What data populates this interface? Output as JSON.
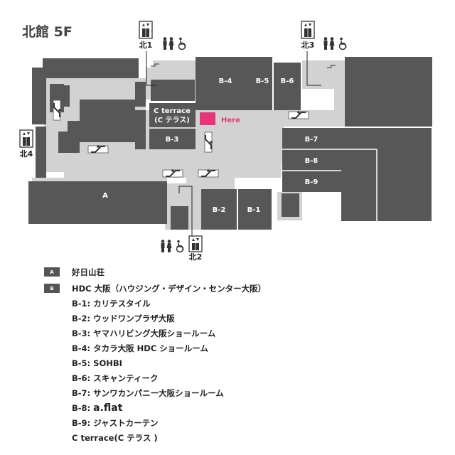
{
  "title": "北館 5F",
  "here_label": "Here",
  "colors": {
    "block": "#575757",
    "corridor": "#d2d2d2",
    "here": "#e8357a",
    "background": "#ffffff"
  },
  "zones": {
    "A": "A",
    "B1": "B-1",
    "B2": "B-2",
    "B3": "B-3",
    "B4": "B-4",
    "B5": "B-5",
    "B6": "B-6",
    "B7": "B-7",
    "B8": "B-8",
    "B9": "B-9",
    "cterrace_line1": "C terrace",
    "cterrace_line2": "(C テラス)"
  },
  "elevators": [
    {
      "label": "北1",
      "icon": "elevator-icon"
    },
    {
      "label": "北3",
      "icon": "elevator-icon"
    },
    {
      "label": "北4",
      "icon": "elevator-icon"
    },
    {
      "label": "北2",
      "icon": "elevator-icon"
    }
  ],
  "icons": [
    "elevator-icon",
    "restroom-icon",
    "accessible-icon",
    "escalator-icon"
  ],
  "legend": {
    "A": {
      "badge": "A",
      "text": "好日山荘"
    },
    "B": {
      "badge": "B",
      "text": "HDC 大阪（ハウジング・デザイン・センター大阪）"
    },
    "items": [
      {
        "code": "B-1:",
        "name": "カリテスタイル"
      },
      {
        "code": "B-2:",
        "name": "ウッドワンプラザ大阪"
      },
      {
        "code": "B-3:",
        "name": "ヤマハリビング大阪ショールーム"
      },
      {
        "code": "B-4:",
        "name": "タカラ大阪 HDC ショールーム"
      },
      {
        "code": "B-5:",
        "name": "SOHBI"
      },
      {
        "code": "B-6:",
        "name": "スキャンティーク"
      },
      {
        "code": "B-7:",
        "name": "サンワカンパニー大阪ショールーム"
      },
      {
        "code": "B-8:",
        "name": "a.flat"
      },
      {
        "code": "B-9:",
        "name": "ジャストカーテン"
      }
    ],
    "cterrace": "C terrace(C テラス )"
  }
}
